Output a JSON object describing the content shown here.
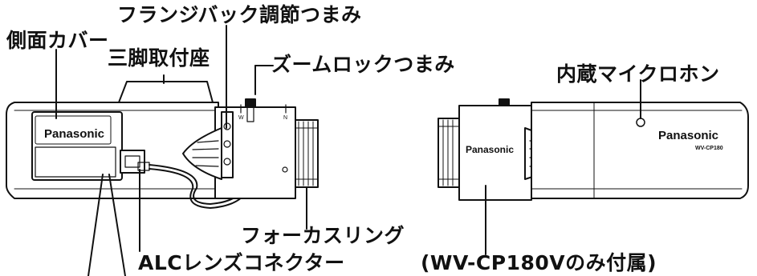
{
  "labels": {
    "side_cover": "側面カバー",
    "flange_back_knob": "フランジバック調節つまみ",
    "tripod_mount": "三脚取付座",
    "zoom_lock_knob": "ズームロックつまみ",
    "built_in_microphone": "内蔵マイクロホン",
    "focus_ring": "フォーカスリング",
    "alc_lens_connector": "ALCレンズコネクター",
    "lens_included_note": "(WV-CP180Vのみ付属)"
  },
  "camera_left": {
    "brand": "Panasonic",
    "lens_marks": {
      "wide": "W",
      "tele": "N"
    }
  },
  "camera_right": {
    "brand": "Panasonic",
    "lens_brand": "Panasonic",
    "model": "WV-CP180"
  },
  "colors": {
    "line": "#111111",
    "body_fill": "#ffffff",
    "background": "#ffffff"
  }
}
